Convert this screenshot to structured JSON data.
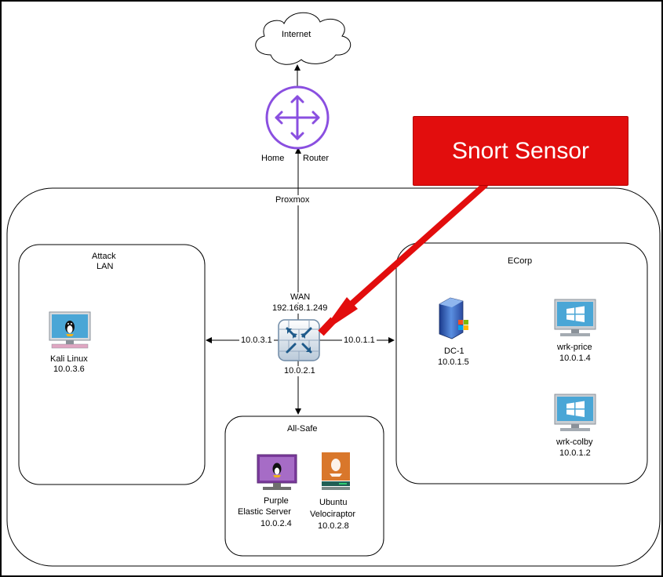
{
  "internet": "Internet",
  "router": {
    "left": "Home",
    "right": "Router"
  },
  "proxmox": "Proxmox",
  "firewall": {
    "wan_label": "WAN",
    "wan_ip": "192.168.1.249",
    "left_ip": "10.0.3.1",
    "right_ip": "10.0.1.1",
    "bottom_ip": "10.0.2.1"
  },
  "attack_lan": {
    "title_line1": "Attack",
    "title_line2": "LAN",
    "kali": {
      "name": "Kali Linux",
      "ip": "10.0.3.6"
    }
  },
  "ecorp": {
    "title": "ECorp",
    "dc": {
      "name": "DC-1",
      "ip": "10.0.1.5"
    },
    "wrk_price": {
      "name": "wrk-price",
      "ip": "10.0.1.4"
    },
    "wrk_colby": {
      "name": "wrk-colby",
      "ip": "10.0.1.2"
    }
  },
  "all_safe": {
    "title": "All-Safe",
    "purple": {
      "line1": "Purple",
      "line2": "Elastic Server",
      "ip": "10.0.2.4"
    },
    "ubuntu": {
      "line1": "Ubuntu",
      "line2": "Velociraptor",
      "ip": "10.0.2.8"
    }
  },
  "callout": "Snort Sensor",
  "colors": {
    "router": "#8a4fe0",
    "callout": "#e20d0d",
    "monitor_blue": "#4aa6d6",
    "monitor_purple": "#7b3a9c",
    "ubuntu_orange": "#d9772b",
    "server_dark": "#1f5f55"
  }
}
